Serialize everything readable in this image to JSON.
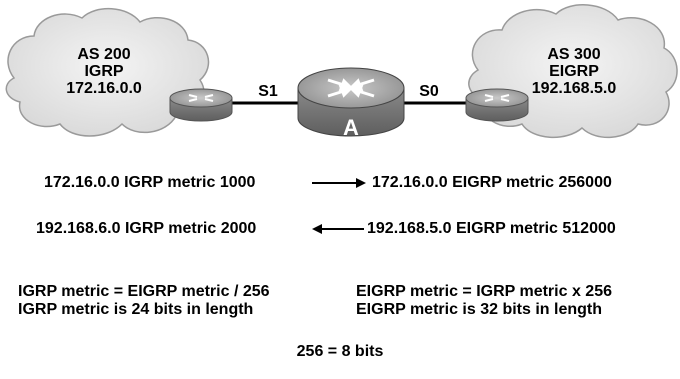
{
  "clouds": {
    "left": {
      "as": "AS 200",
      "protocol": "IGRP",
      "network": "172.16.0.0"
    },
    "right": {
      "as": "AS 300",
      "protocol": "EIGRP",
      "network": "192.168.5.0"
    }
  },
  "router": {
    "label": "A",
    "left_interface": "S1",
    "right_interface": "S0"
  },
  "redistribution": {
    "row1": {
      "left": "172.16.0.0 IGRP metric 1000",
      "right": "172.16.0.0 EIGRP metric 256000",
      "direction": "right"
    },
    "row2": {
      "left": "192.168.6.0 IGRP metric 2000",
      "right": "192.168.5.0 EIGRP metric 512000",
      "direction": "left"
    }
  },
  "formulas": {
    "left": [
      "IGRP metric = EIGRP metric / 256",
      "IGRP metric is 24 bits in length"
    ],
    "right": [
      "EIGRP metric = IGRP metric x 256",
      "EIGRP metric is 32 bits in length"
    ]
  },
  "footer": "256 = 8 bits",
  "colors": {
    "cloud_fill": "#e2e2e2",
    "cloud_stroke": "#9a9a9a",
    "router_body": "#8f8f8f",
    "router_top": "#b3b3b3"
  }
}
